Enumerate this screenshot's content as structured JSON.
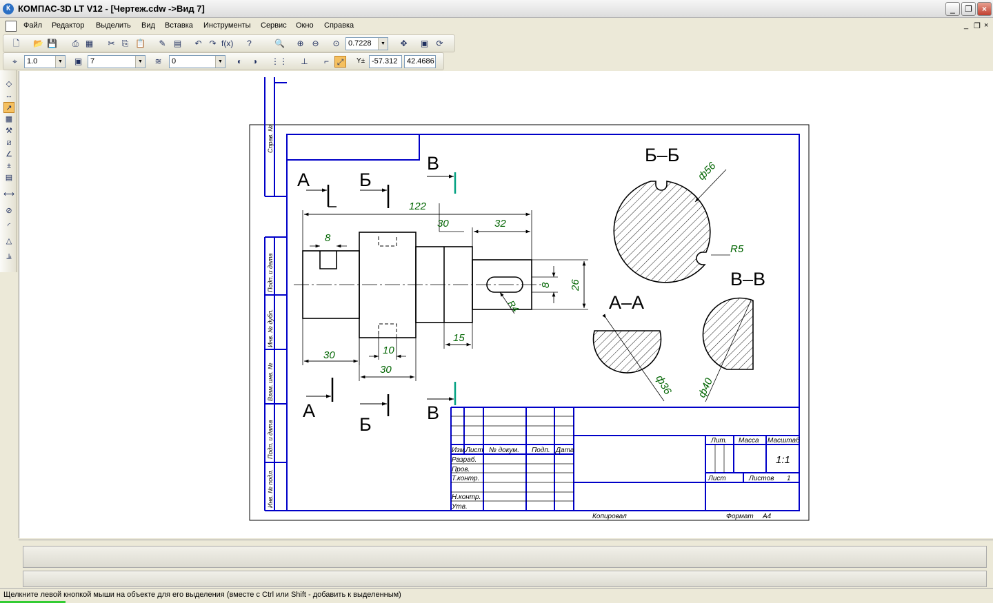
{
  "window": {
    "title": "КОМПАС-3D LT V12 - [Чертеж.cdw ->Вид 7]",
    "app_icon": "kompas-logo-icon"
  },
  "menu": {
    "items": [
      "Файл",
      "Редактор",
      "Выделить",
      "Вид",
      "Вставка",
      "Инструменты",
      "Сервис",
      "Окно",
      "Справка"
    ]
  },
  "toolbar": {
    "zoom_value": "0.7228",
    "line_scale": "1.0",
    "layer_value": "7",
    "style_value": "0",
    "coord_x": "-57.312",
    "coord_y": "42.4686",
    "coord_label": "Y±"
  },
  "drawing": {
    "stamp_side_top": "Справ. №",
    "side_labels": [
      "Подп. и дата",
      "Инв. № дубл.",
      "Взам. инв. №",
      "Подп. и дата",
      "Инв. № подл."
    ],
    "section_labels": {
      "a_top": "А",
      "b_top": "Б",
      "v_top": "В",
      "a_bot": "А",
      "b_bot": "Б",
      "v_bot": "В",
      "bb": "Б–Б",
      "aa": "А–А",
      "vv": "В–В"
    },
    "dimensions": {
      "d122": "122",
      "d30top": "30",
      "d32": "32",
      "d8top": "8",
      "d8right": "8",
      "d26": "26",
      "r4": "R4",
      "d30left": "30",
      "d10": "10",
      "d30bot": "30",
      "d15": "15",
      "phi56": "ф56",
      "r5": "R5",
      "phi36": "ф36",
      "phi40": "ф40"
    },
    "title_block": {
      "izm": "Изм.",
      "list": "Лист",
      "doc_no": "№ докум.",
      "podp": "Подп.",
      "data": "Дата",
      "razrab": "Разраб.",
      "prov": "Пров.",
      "tkontr": "Т.контр.",
      "nkontr": "Н.контр.",
      "utv": "Утв.",
      "lit": "Лит.",
      "massa": "Масса",
      "masshtab": "Масштаб",
      "scale_val": "1:1",
      "sheet": "Лист",
      "sheets": "Листов",
      "sheets_val": "1",
      "kopiroval": "Копировал",
      "format": "Формат",
      "format_val": "A4"
    }
  },
  "status": {
    "hint": "Щелкните левой кнопкой мыши на объекте для его выделения (вместе с Ctrl или Shift - добавить к выделенным)"
  },
  "colors": {
    "frame": "#0000c8",
    "dims": "#006400",
    "axis_marker": "#00a080"
  }
}
